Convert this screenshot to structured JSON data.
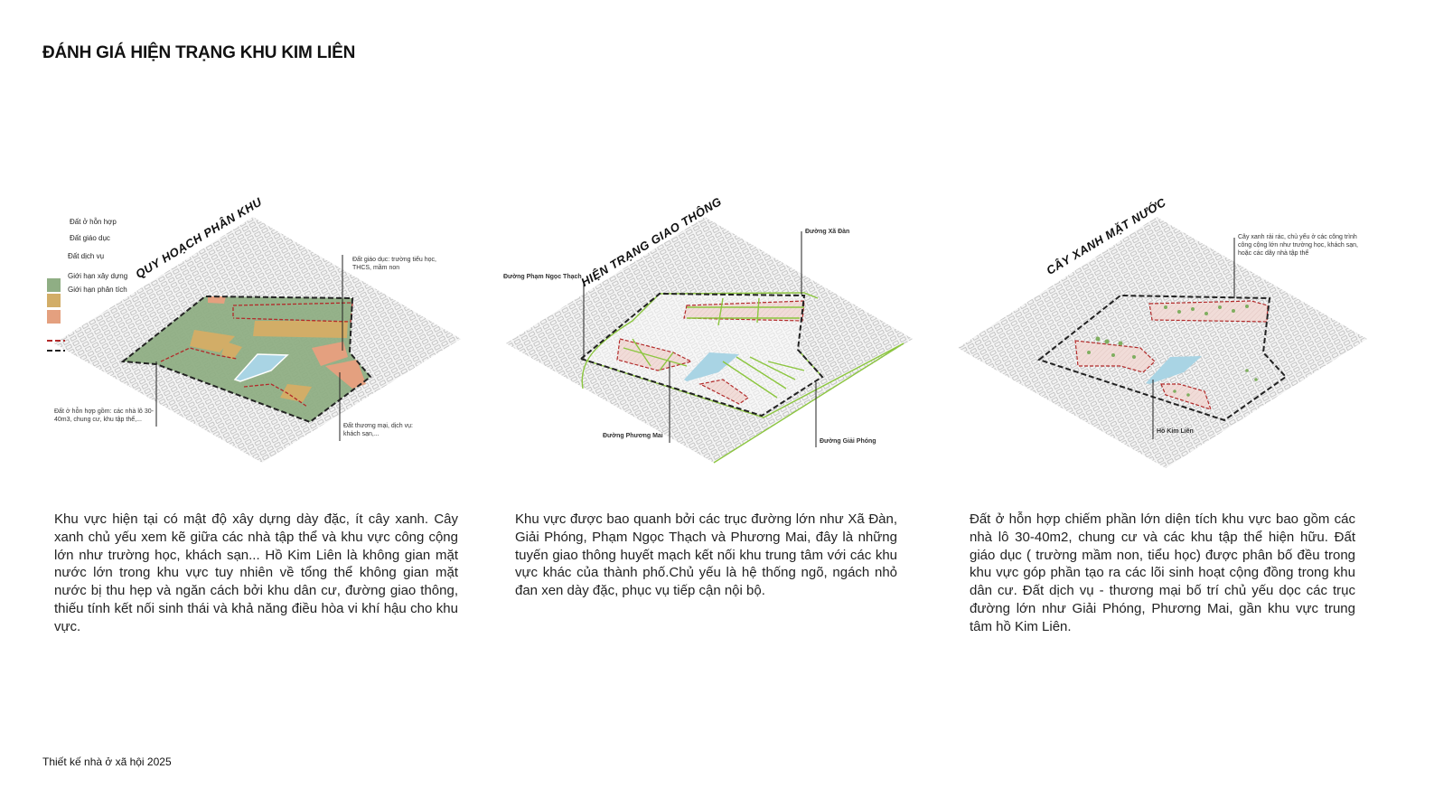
{
  "title": "ĐÁNH GIÁ HIỆN TRẠNG KHU KIM LIÊN",
  "footer": "Thiết kế nhà ở xã hội 2025",
  "colors": {
    "mixed_residential": "#8fae84",
    "education": "#d2ad67",
    "service": "#e4a07f",
    "water": "#a9d4e4",
    "road_green": "#8cc63f",
    "limit_red": "#b22a2a",
    "limit_black": "#222222"
  },
  "maps": [
    {
      "title": "QUY HOẠCH PHÂN KHU",
      "legend": [
        "Đất ở hỗn hợp",
        "Đất giáo dục",
        "Đất dịch vụ",
        "Giới hạn xây dựng",
        "Giới hạn phân tích"
      ],
      "annotations": {
        "education": "Đất giáo dục: trường tiểu học, THCS, mầm non",
        "mixed": "Đất ở hỗn hợp gồm: các nhà lô 30-40m3, chung cư, khu tập thể,...",
        "commerce": "Đất thương mại, dịch vụ: khách sạn,..."
      }
    },
    {
      "title": "HIỆN TRẠNG GIAO THÔNG",
      "annotations": {
        "pham_ngoc_thach": "Đường Phạm Ngọc Thạch",
        "xa_dan": "Đường Xã Đàn",
        "phuong_mai": "Đường Phương Mai",
        "giai_phong": "Đường Giải Phóng"
      }
    },
    {
      "title": "CÂY XANH MẶT NƯỚC",
      "annotations": {
        "trees": "Cây xanh rải rác, chủ yếu ở các công trình công cộng lớn như trường học, khách sạn, hoặc các dãy nhà tập thể",
        "lake": "Hồ Kim Liên"
      }
    }
  ],
  "paragraphs": [
    "Khu vực hiện tại có  mật độ xây dựng  dày đặc, ít cây xanh. Cây xanh chủ yếu xem kẽ giữa các nhà tập thể và khu vực công cộng lớn như trường học, khách sạn... Hồ Kim Liên là không  gian mặt nước lớn trong khu vực tuy nhiên về tổng thể không gian mặt nước bị thu hẹp và ngăn cách bởi khu dân cư, đường giao thông, thiếu tính kết nối sinh thái và khả năng điều hòa vi khí hậu cho khu vực.",
    "Khu vực được bao quanh bởi các trục đường lớn như Xã Đàn, Giải Phóng, Phạm Ngọc Thạch và Phương Mai, đây là những tuyến giao thông huyết mạch kết nối khu trung tâm với các khu vực khác của thành phố.Chủ yếu là hệ thống ngõ, ngách nhỏ đan xen dày đặc, phục vụ tiếp cận nội bộ.",
    "Đất ở hỗn hợp chiếm phần lớn diện tích khu vực bao gồm các nhà lô 30-40m2, chung cư và các khu tập thể hiện hữu. Đất giáo dục ( trường mầm non, tiểu học) được phân bố đều trong khu vực góp phần tạo ra các lõi sinh hoạt cộng đồng trong khu dân cư. Đất dịch vụ - thương mại bố trí chủ yếu dọc các trục đường lớn như Giải Phóng, Phương Mai, gần khu vực trung tâm hồ Kim Liên."
  ]
}
